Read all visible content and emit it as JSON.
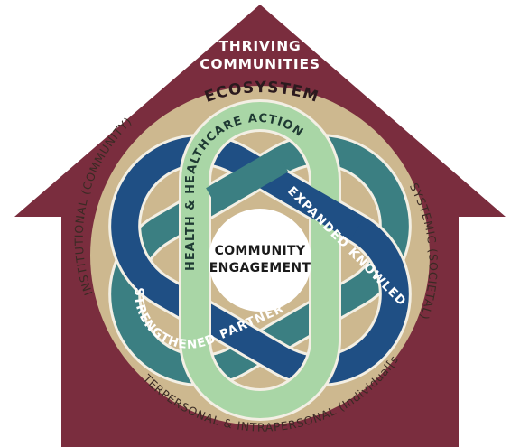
{
  "house": {
    "title_line1": "THRIVING",
    "title_line2": "COMMUNITIES",
    "color": "#7a2d3e"
  },
  "ecosystem": {
    "title": "ECOSYSTEM",
    "ring_color": "#cdb88f",
    "left_label": "INSTITUTIONAL (COMMUNITY)",
    "right_label": "SYSTEMIC (SOCIETAL)",
    "bottom_label": "INTERPERSONAL & INTRAPERSONAL (Individual[s])"
  },
  "bands": {
    "vertical": {
      "label": "HEALTH & HEALTHCARE ACTIONS",
      "color": "#a9d6a6"
    },
    "diagonal_right": {
      "label": "EXPANDED KNOWLEDGE",
      "color": "#3b7f82"
    },
    "diagonal_left": {
      "label": "STRENGTHENED PARTNERSHIPS",
      "color": "#1f4f84"
    }
  },
  "center": {
    "line1": "COMMUNITY",
    "line2": "ENGAGEMENT"
  }
}
